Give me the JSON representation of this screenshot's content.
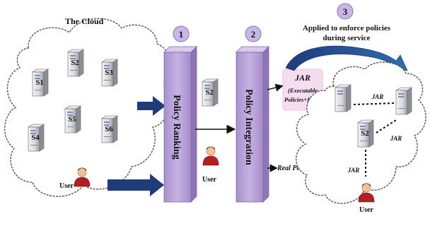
{
  "cloud": {
    "title": "The Cloud"
  },
  "servers": [
    "S1",
    "S2",
    "S3",
    "S4",
    "S5",
    "S6"
  ],
  "user_label": "User",
  "steps": [
    {
      "number": "1",
      "label": "Policy Ranking"
    },
    {
      "number": "2",
      "label": "Policy Integration"
    },
    {
      "number": "3"
    }
  ],
  "middle_server": "S2",
  "step3_caption": [
    "Applied to enforce policies",
    "during service"
  ],
  "jar": {
    "title": "JAR",
    "subtitle": [
      "(Executable",
      "Policies+Data)"
    ]
  },
  "real_policies": "Real Policies",
  "right_cloud": {
    "server": "S2",
    "jar_tags": [
      "JAR",
      "JAR",
      "JAR"
    ]
  },
  "colors": {
    "pillar": "#b9a3d9",
    "pillar_dark": "#8f74b8",
    "circle": "#c8b6e6",
    "arrow_navy": "#1f3b7a",
    "arrow_blue": "#2a5a9a",
    "jar_box": "#f5dcef"
  }
}
